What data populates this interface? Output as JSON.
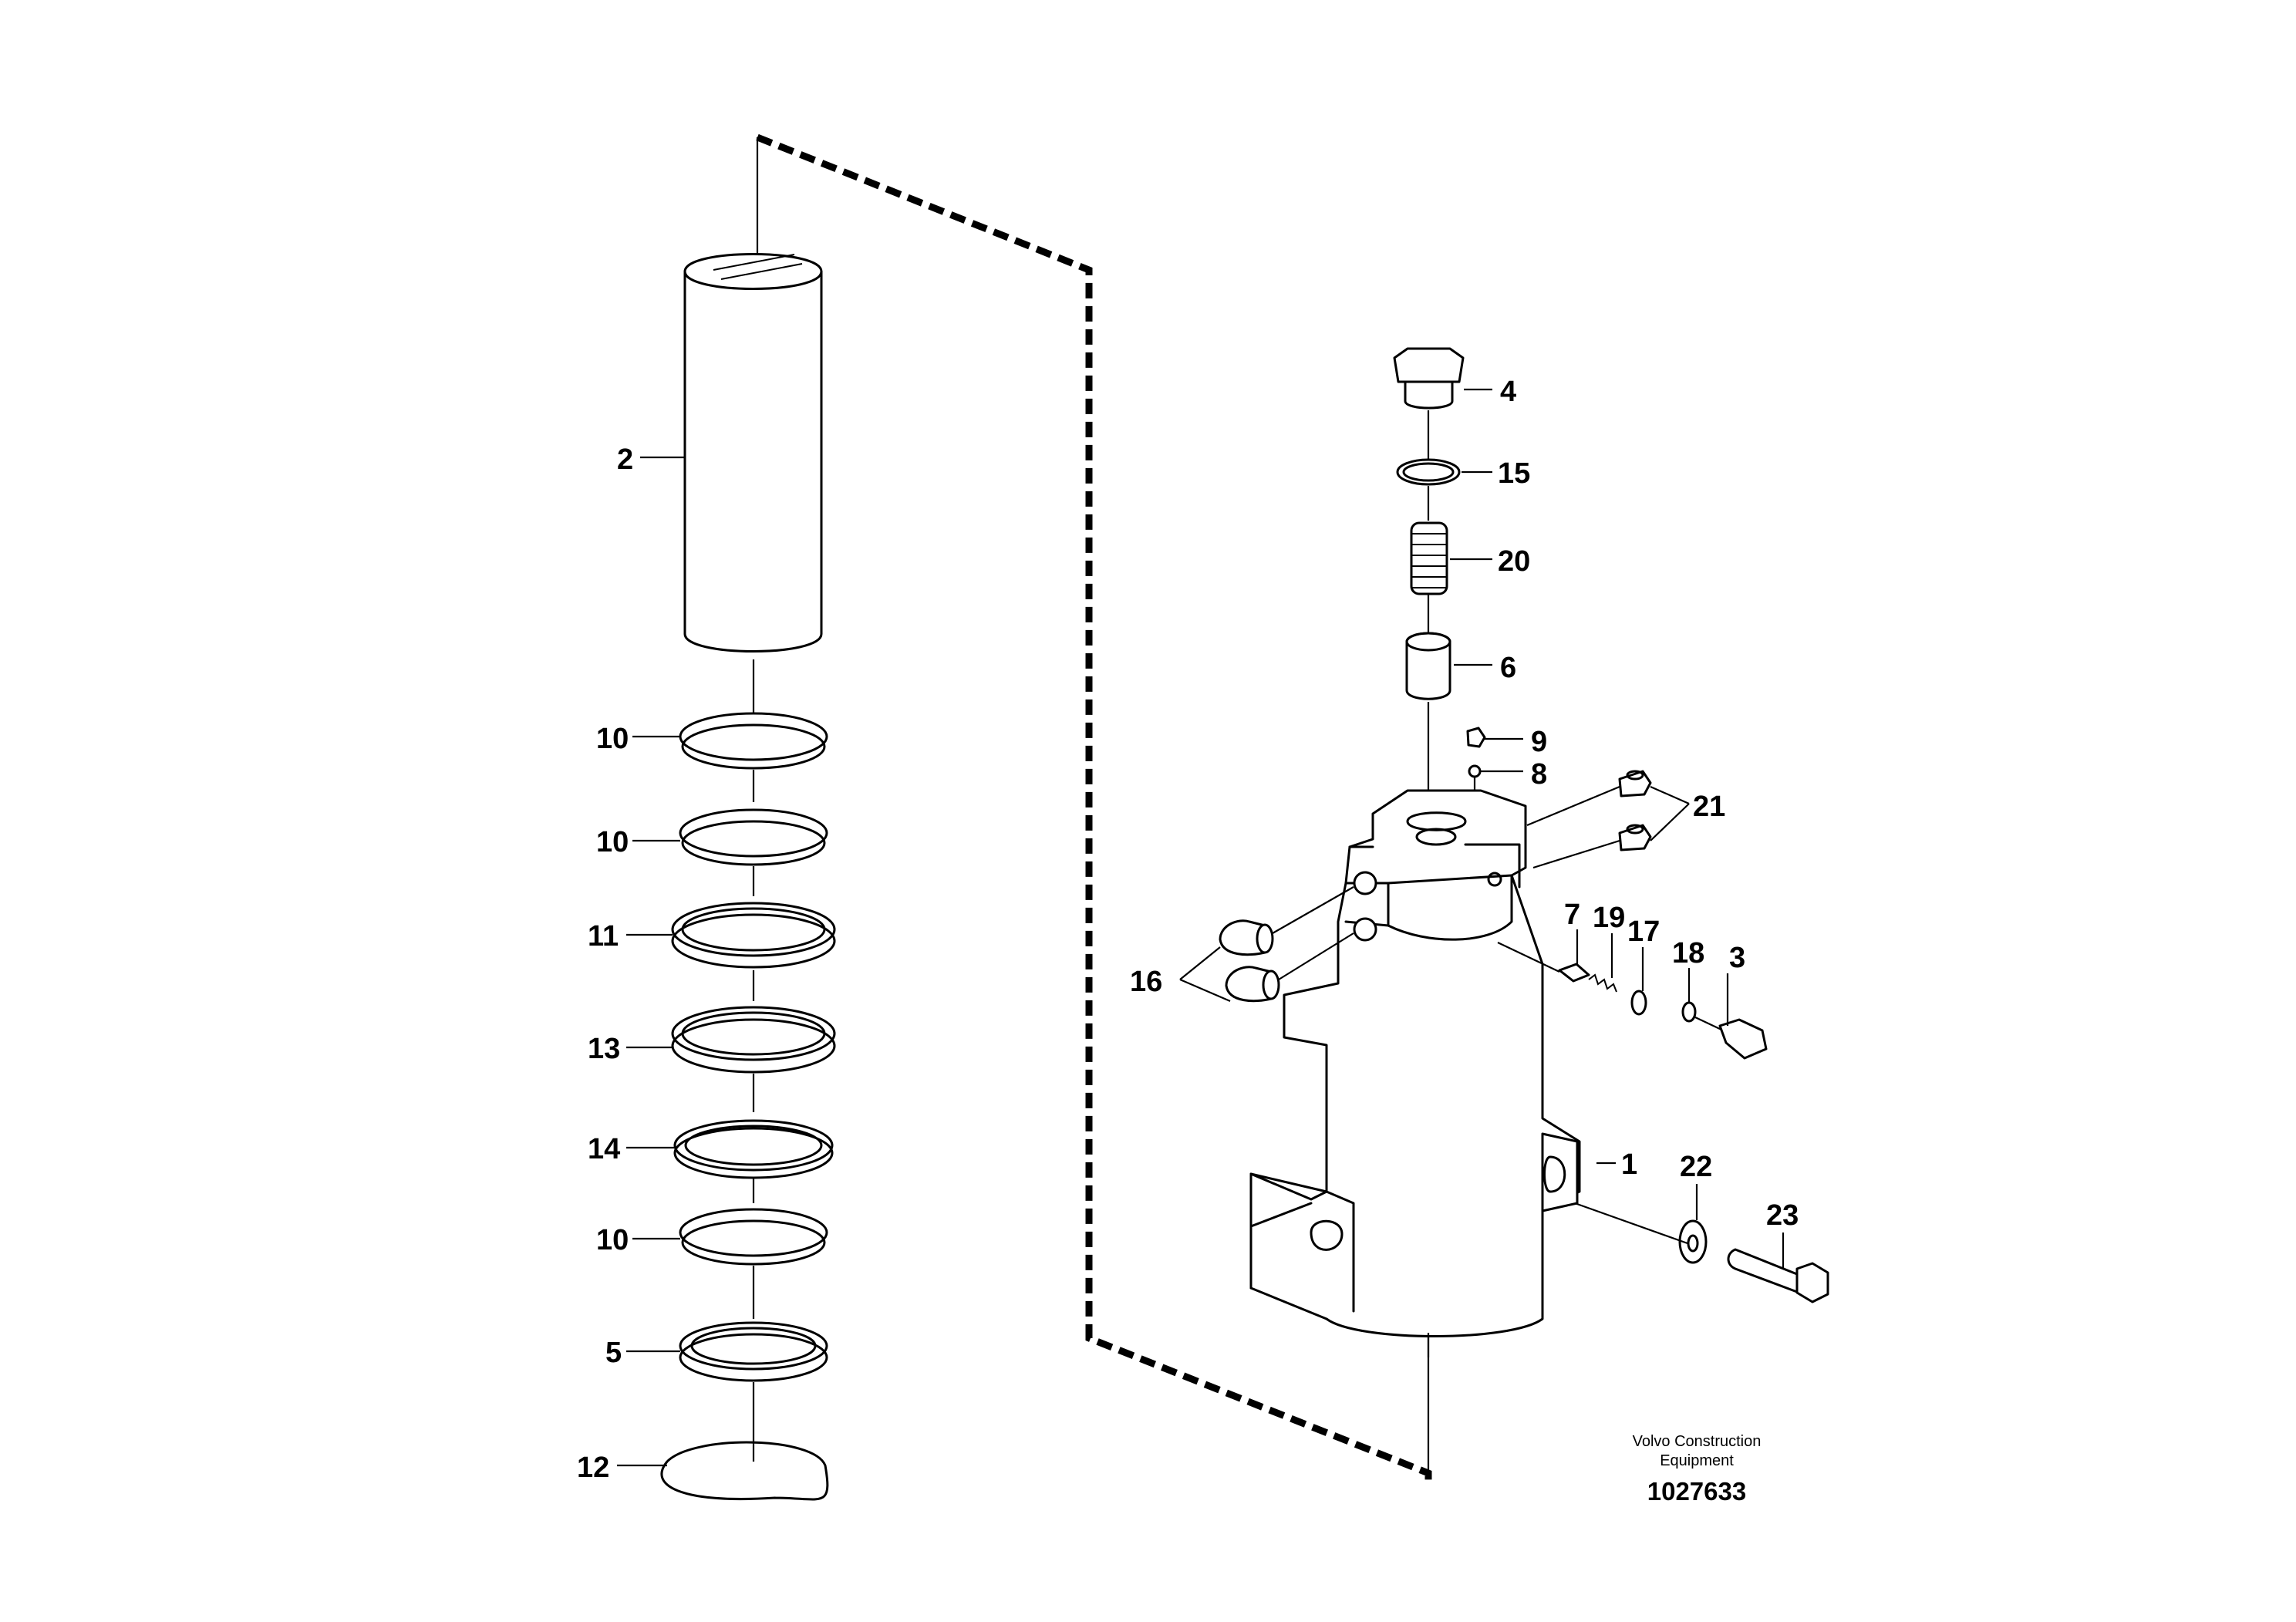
{
  "callouts": {
    "c1": "1",
    "c2": "2",
    "c3": "3",
    "c4": "4",
    "c5": "5",
    "c6": "6",
    "c7": "7",
    "c8": "8",
    "c9": "9",
    "c10a": "10",
    "c10b": "10",
    "c10c": "10",
    "c11": "11",
    "c12": "12",
    "c13": "13",
    "c14": "14",
    "c15": "15",
    "c16": "16",
    "c17": "17",
    "c18": "18",
    "c19": "19",
    "c20": "20",
    "c21": "21",
    "c22": "22",
    "c23": "23"
  },
  "footer": {
    "company_line1": "Volvo Construction",
    "company_line2": "Equipment",
    "drawing_number": "1027633"
  }
}
